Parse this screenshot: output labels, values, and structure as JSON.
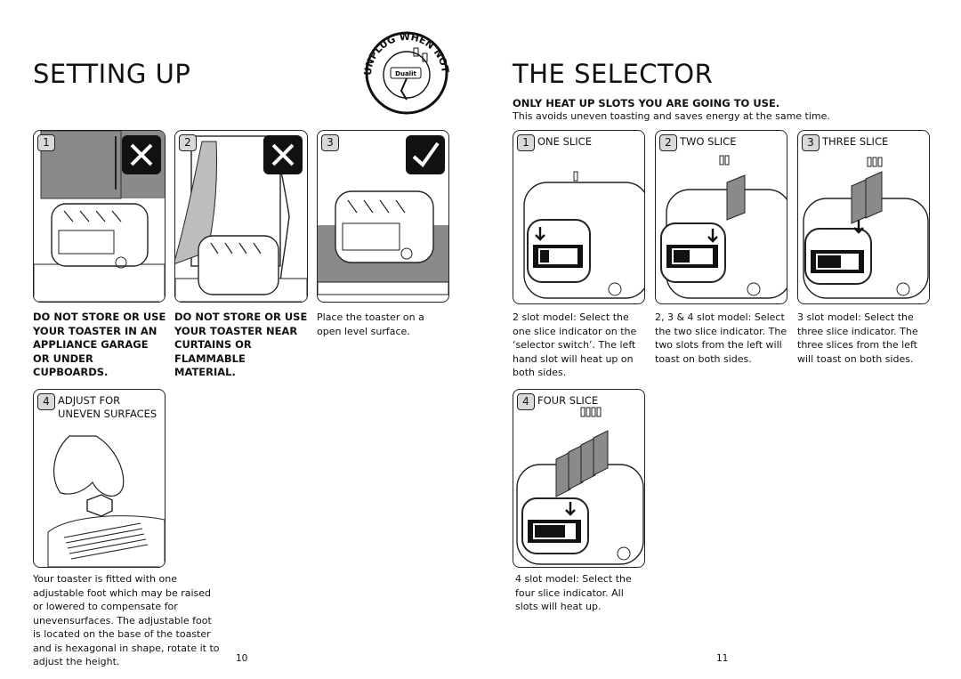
{
  "left_page": {
    "title": "SETTING UP",
    "page_number": "10",
    "badge": {
      "arc_text": "UNPLUG WHEN NOT IN USE",
      "plug_label": "Dualit"
    },
    "steps": [
      {
        "number": "1",
        "status": "do-not",
        "text": "DO NOT STORE OR USE YOUR TOASTER IN AN APPLIANCE GARAGE OR UNDER CUPBOARDS."
      },
      {
        "number": "2",
        "status": "do-not",
        "text": "DO NOT STORE OR USE YOUR TOASTER NEAR CURTAINS OR FLAMMABLE MATERIAL."
      },
      {
        "number": "3",
        "status": "ok",
        "text": "Place the toaster on a open level surface."
      }
    ],
    "step4": {
      "number": "4",
      "label": "ADJUST FOR UNEVEN SURFACES",
      "text": "Your toaster is fitted with one adjustable foot which may be raised or lowered to compensate for unevensurfaces. The adjustable foot is located on the base of the toaster and is hexagonal in shape, rotate it to adjust the height."
    }
  },
  "right_page": {
    "title": "THE SELECTOR",
    "page_number": "11",
    "subtitle": "ONLY HEAT UP SLOTS YOU ARE GOING TO USE.",
    "intro": "This avoids uneven toasting and saves energy at the same time.",
    "selectors": [
      {
        "number": "1",
        "label": "ONE SLICE",
        "model": "2 slot model:",
        "text": " Select the one slice indicator on the ‘selector switch’. The left hand slot will heat up on both sides."
      },
      {
        "number": "2",
        "label": "TWO SLICE",
        "model": "2, 3 & 4 slot model:",
        "text": " Select the two slice indicator. The two slots from the left will toast on both sides."
      },
      {
        "number": "3",
        "label": "THREE SLICE",
        "model": "3 slot model:",
        "text": " Select the three slice indicator. The three slices from the left will toast on both sides."
      },
      {
        "number": "4",
        "label": "FOUR SLICE",
        "model": "4 slot model:",
        "text": " Select the four slice indicator. All slots will heat up."
      }
    ]
  },
  "colors": {
    "ink": "#111111",
    "grey_fill": "#8a8a8a",
    "badge_bg": "#d9d9d9"
  }
}
